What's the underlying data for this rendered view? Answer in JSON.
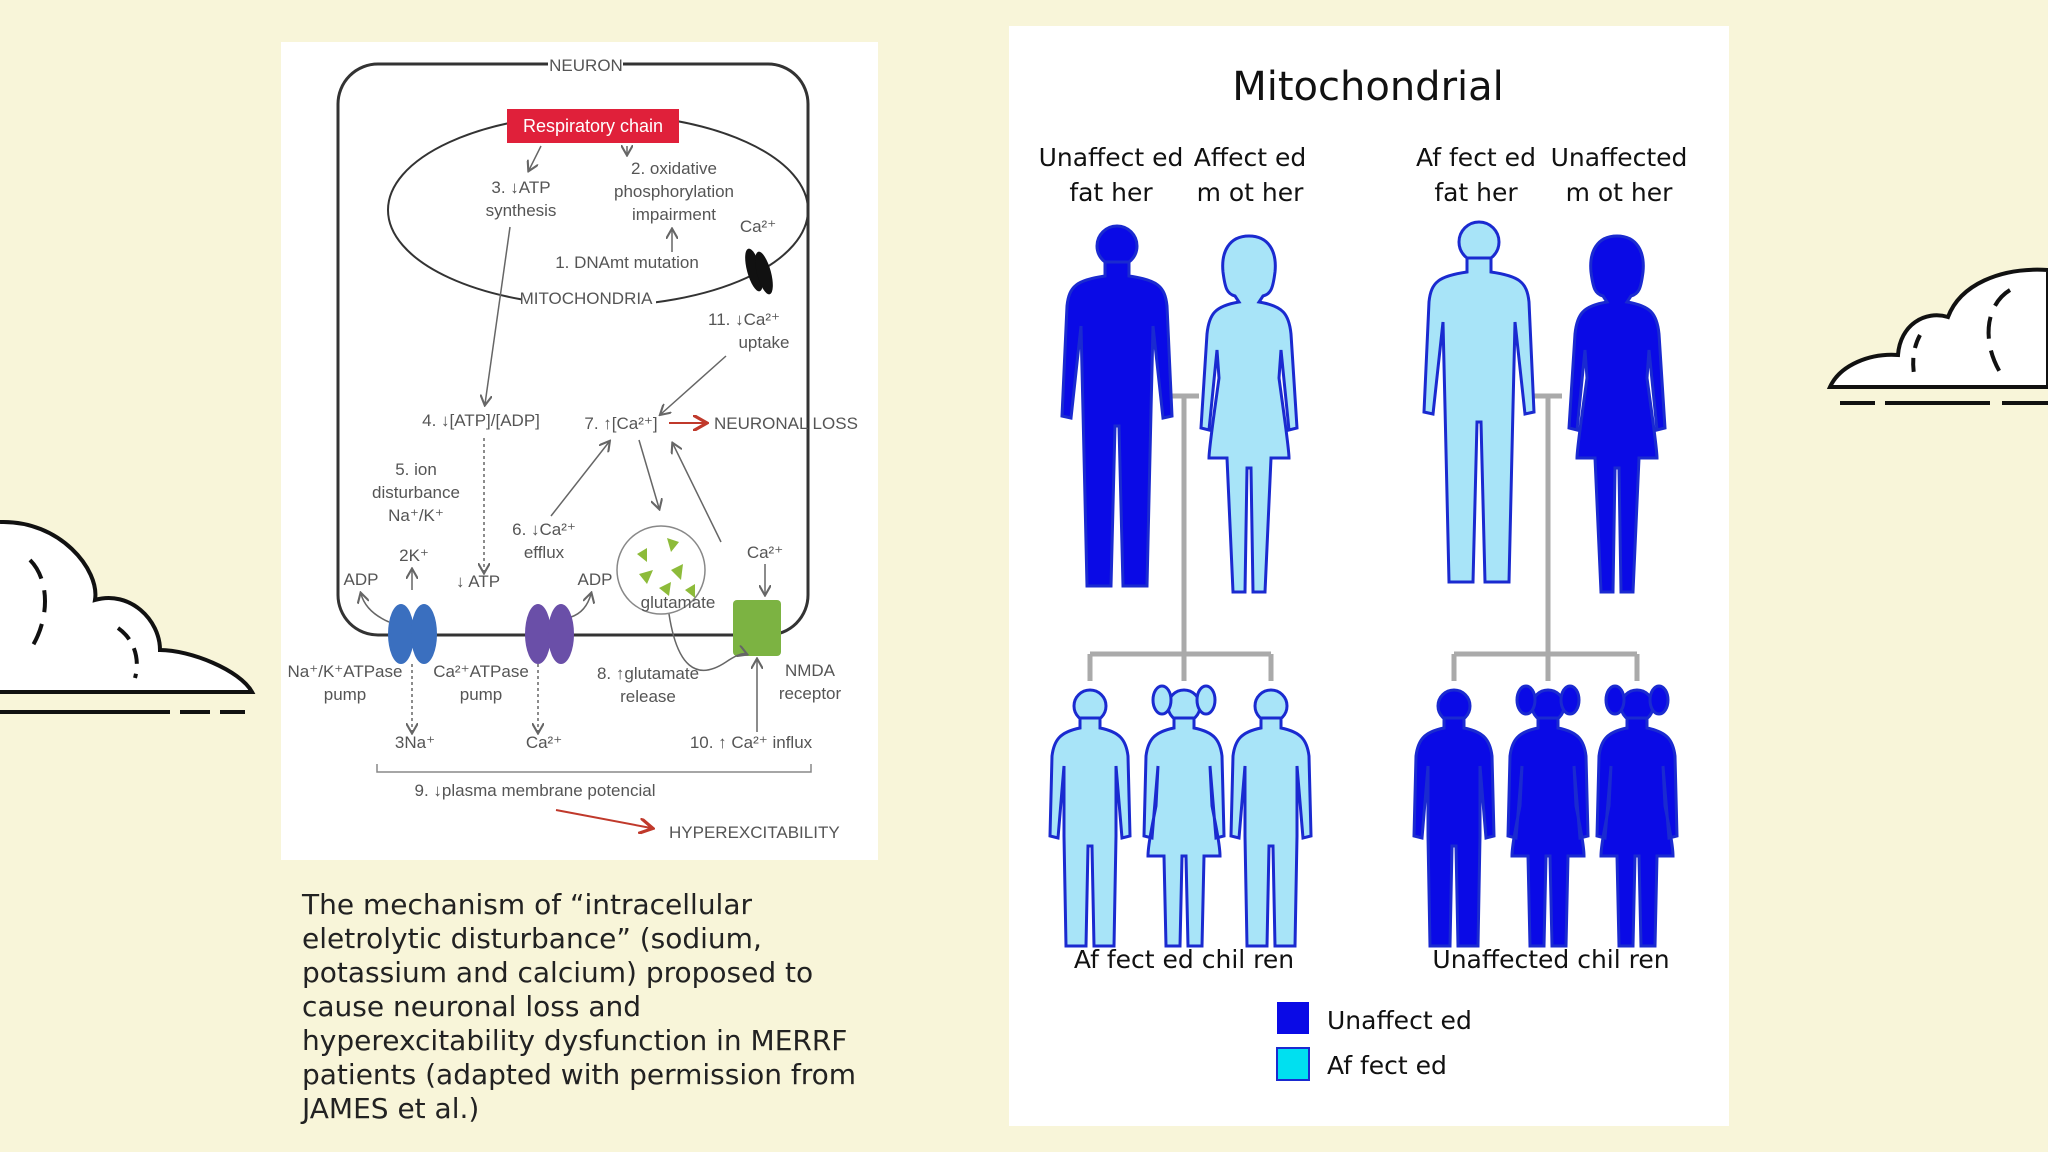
{
  "neuron": {
    "title": "NEURON",
    "respiratory_chain": "Respiratory chain",
    "mitochondria": "MITOCHONDRIA",
    "step1": "1. DNAmt mutation",
    "step2": [
      "2. oxidative",
      "phosphorylation",
      "impairment"
    ],
    "step3": [
      "3. ↓ATP",
      "synthesis"
    ],
    "step4": "4. ↓[ATP]/[ADP]",
    "step5": [
      "5. ion",
      "disturbance",
      "Na⁺/K⁺"
    ],
    "step6": [
      "6. ↓Ca²⁺",
      "efflux"
    ],
    "step7": "7. ↑[Ca²⁺]",
    "step8": [
      "8. ↑glutamate",
      "release"
    ],
    "step9": "9. ↓plasma membrane potencial",
    "step10": "10. ↑ Ca²⁺ influx",
    "step11": [
      "11. ↓Ca²⁺",
      "uptake"
    ],
    "ca_mito": "Ca²⁺",
    "ca_nmda": "Ca²⁺",
    "neuronal_loss": "NEURONAL LOSS",
    "hyperexcitability": "HYPEREXCITABILITY",
    "two_k": "2K⁺",
    "atp_down": "↓ ATP",
    "adp_left": "ADP",
    "adp_right": "ADP",
    "three_na": "3Na⁺",
    "ca_out": "Ca²⁺",
    "na_k_pump": [
      "Na⁺/K⁺ATPase",
      "pump"
    ],
    "ca_pump": [
      "Ca²⁺ATPase",
      "pump"
    ],
    "glutamate": "glutamate",
    "nmda": [
      "NMDA",
      "receptor"
    ],
    "colors": {
      "na_k_pump": "#3a6fbf",
      "ca_pump": "#6a4fa8",
      "nmda": "#7cb342",
      "resp_chain": "#e0203a",
      "arrow_red": "#c0392b"
    }
  },
  "caption": "The mechanism of “intracellular eletrolytic disturbance” (sodium, potassium and calcium) proposed to cause neuronal loss and hyperexcitability dysfunction in MERRF patients (adapted with permission from JAMES et al.)",
  "pedigree": {
    "title": "Mitochondrial",
    "left_father": [
      "Unaffect ed",
      "fat her"
    ],
    "left_mother": [
      "Affect ed",
      "m ot her"
    ],
    "right_father": [
      "Af fect ed",
      "fat her"
    ],
    "right_mother": [
      "Unaffected",
      "m ot her"
    ],
    "left_children": "Af fect ed  chil ren",
    "right_children": "Unaffected  chil ren",
    "legend": [
      {
        "label": "Unaffect ed",
        "color": "#0a0ae6"
      },
      {
        "label": "Af fect ed",
        "color": "#00e0f0"
      }
    ],
    "colors": {
      "unaffected": "#0a0ae6",
      "affected": "#a8e4f8",
      "outline": "#1a2ad0",
      "line": "#aaaaaa"
    }
  }
}
